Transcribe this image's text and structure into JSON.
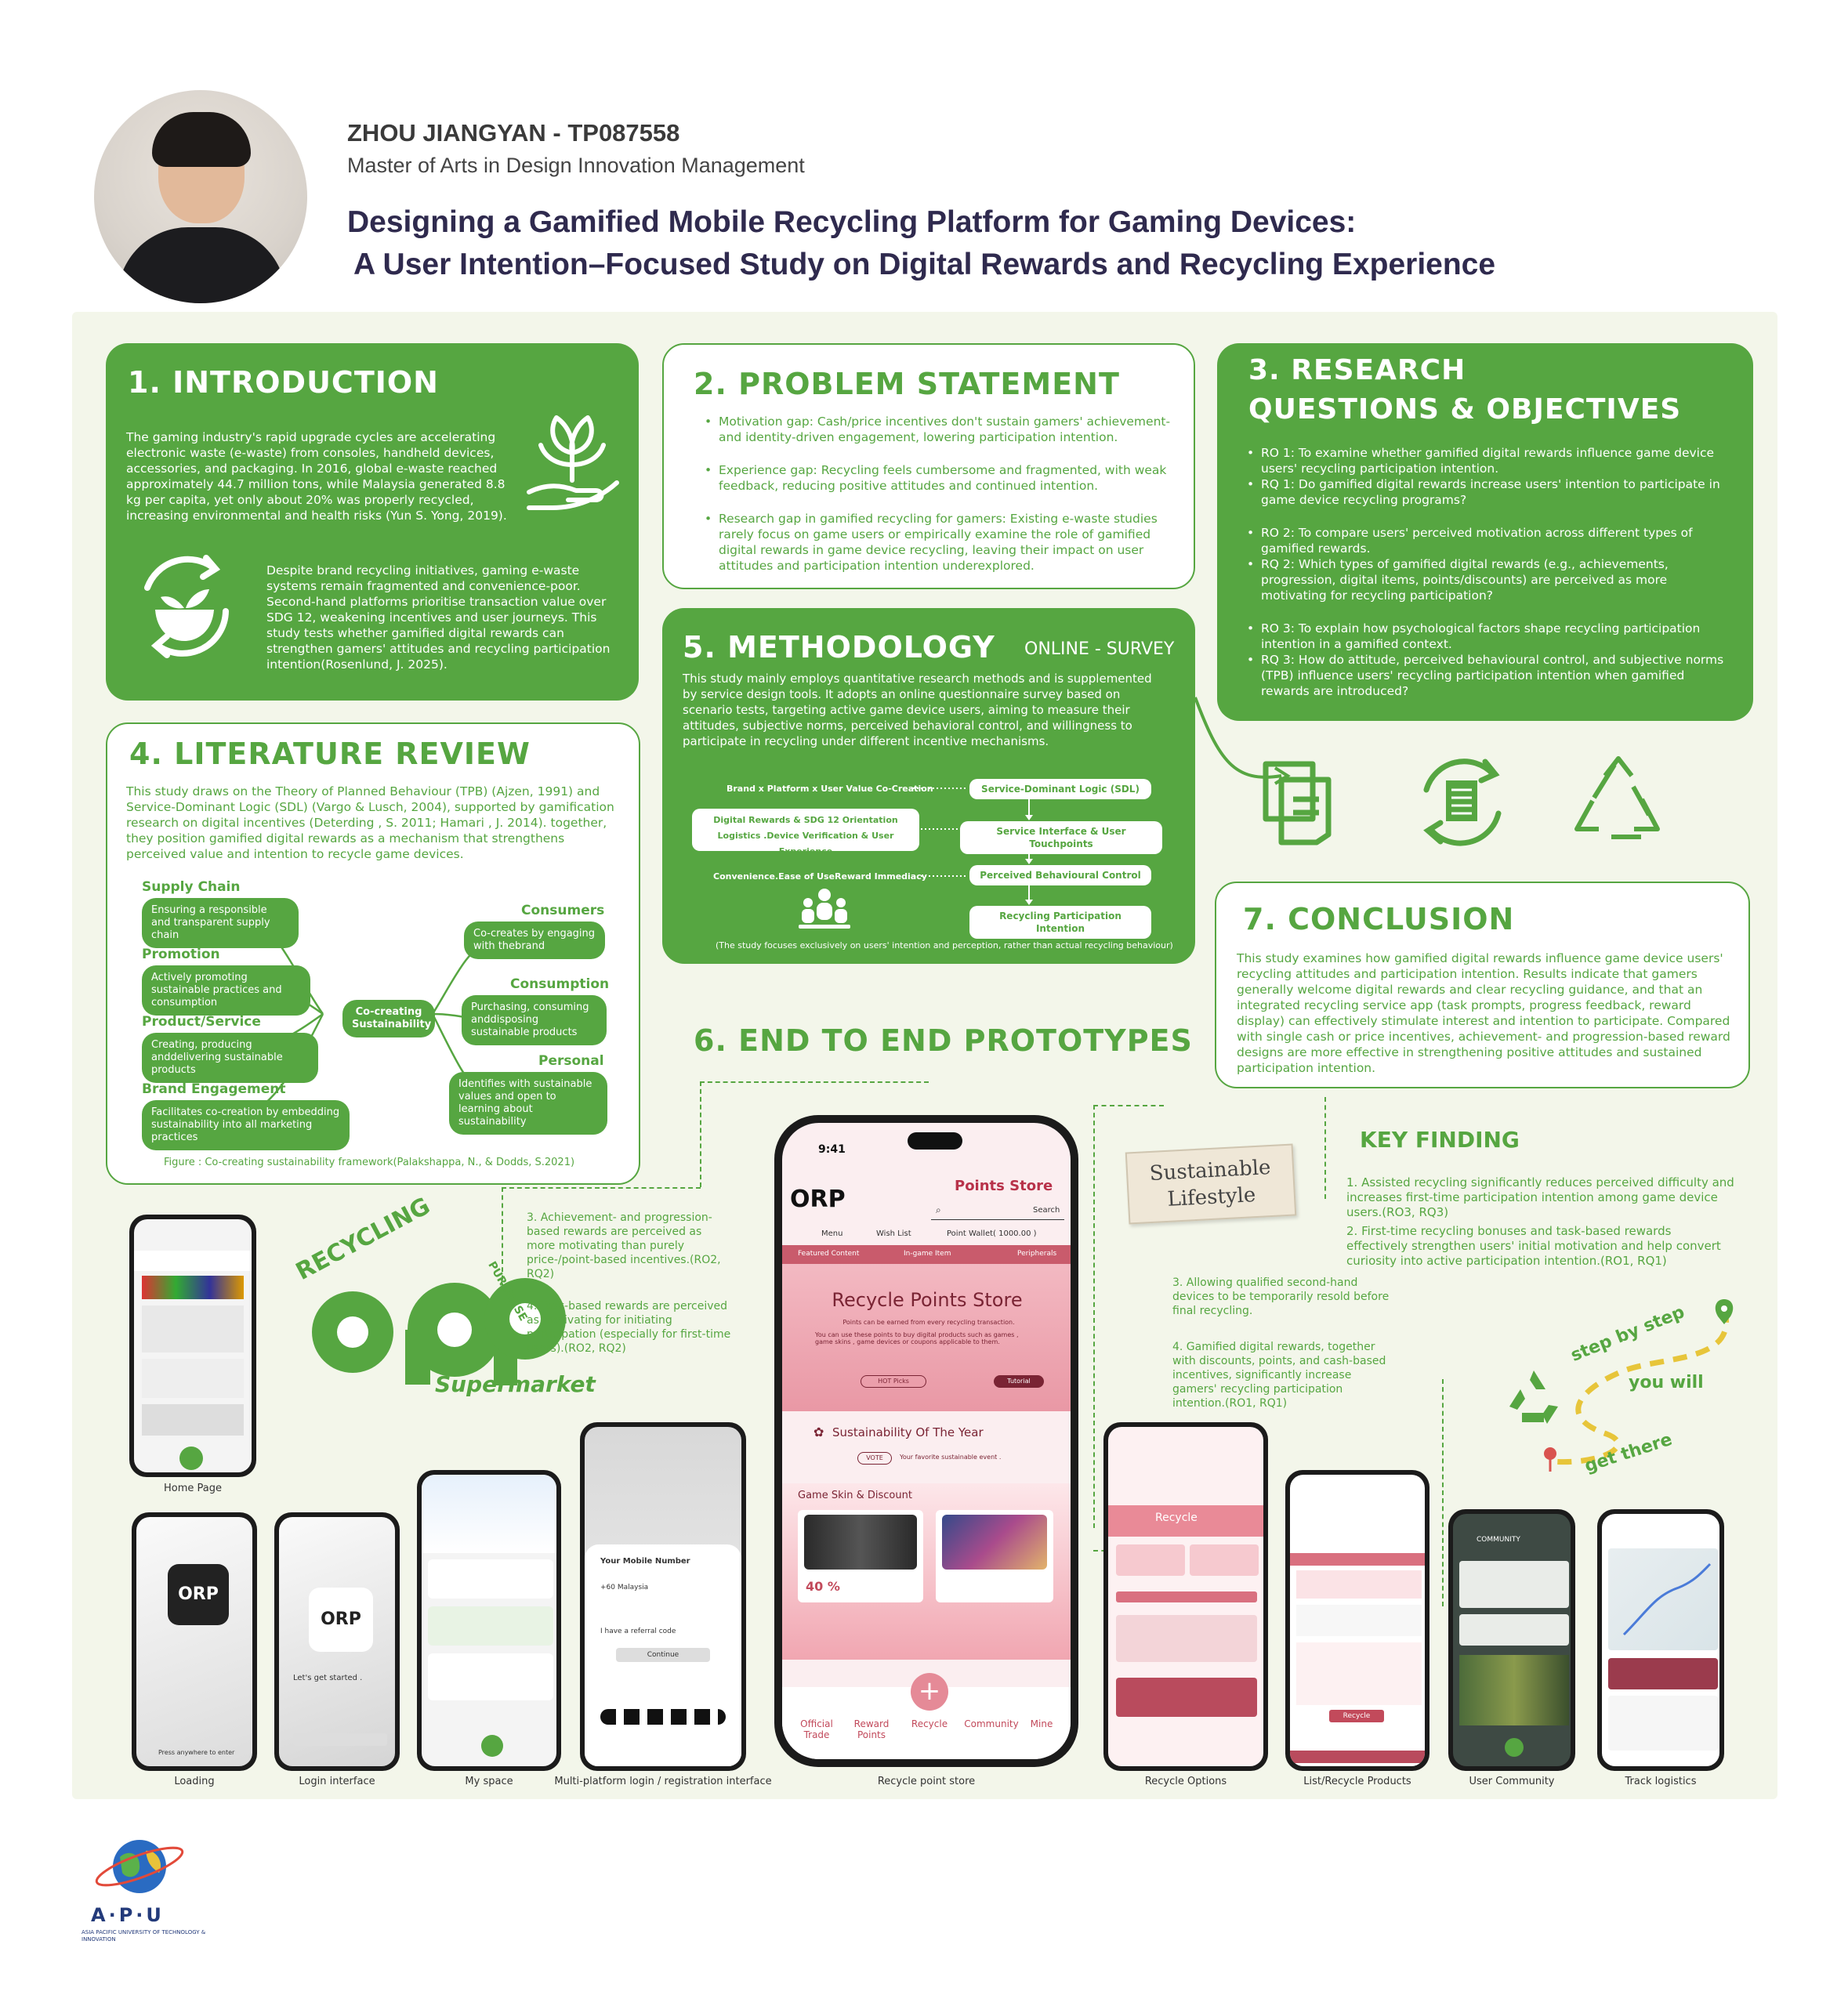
{
  "header": {
    "author": "ZHOU JIANGYAN - TP087558",
    "degree": "Master of Arts in Design Innovation Management",
    "title_line1": "Designing a Gamified Mobile Recycling Platform for Gaming Devices:",
    "title_line2": "A User Intention–Focused Study on Digital Rewards and Recycling Experience"
  },
  "intro": {
    "heading": "1. INTRODUCTION",
    "p1": "The gaming industry's rapid upgrade cycles are accelerating electronic waste (e-waste) from consoles, handheld devices, accessories, and packaging. In 2016, global e-waste reached approximately 44.7 million tons, while Malaysia generated 8.8 kg per capita, yet only about 20% was properly recycled, increasing environmental and health risks (Yun S. Yong, 2019).",
    "p2": "Despite brand recycling initiatives, gaming e-waste systems remain fragmented and convenience-poor. Second-hand platforms prioritise transaction value over SDG 12, weakening incentives and user journeys. This study tests whether gamified digital rewards can strengthen gamers' attitudes and recycling participation intention(Rosenlund, J. 2025)."
  },
  "problem": {
    "heading": "2. PROBLEM STATEMENT",
    "items": [
      "Motivation gap: Cash/price incentives don't sustain gamers' achievement- and identity-driven engagement, lowering participation intention.",
      "Experience gap: Recycling feels cumbersome and fragmented, with weak feedback, reducing positive attitudes and continued intention.",
      "Research gap in gamified recycling for gamers: Existing e-waste studies rarely focus on game users or empirically examine the role of gamified digital rewards in game device recycling, leaving their impact on user attitudes and participation intention underexplored."
    ]
  },
  "research": {
    "heading1": "3. RESEARCH",
    "heading2": "QUESTIONS & OBJECTIVES",
    "groups": [
      [
        "RO 1: To examine whether gamified digital rewards influence game device users' recycling participation intention.",
        "RQ 1: Do gamified digital rewards increase users' intention to participate in game device recycling programs?"
      ],
      [
        "RO 2: To compare users' perceived motivation across different types of gamified rewards.",
        "RQ 2: Which types of gamified digital rewards (e.g., achievements, progression, digital items, points/discounts) are perceived as more motivating for recycling participation?"
      ],
      [
        "RO 3: To explain how psychological factors shape recycling participation intention in a gamified context.",
        "RQ 3: How do attitude, perceived behavioural control, and subjective norms (TPB) influence users' recycling participation intention when gamified rewards are introduced?"
      ]
    ]
  },
  "literature": {
    "heading": "4. LITERATURE REVIEW",
    "text": "This study draws on the Theory of Planned Behaviour (TPB) (Ajzen, 1991) and Service-Dominant Logic (SDL) (Vargo & Lusch, 2004), supported by gamification research on digital incentives (Deterding , S. 2011; Hamari , J. 2014). together, they position gamified digital rewards as a mechanism that strengthens perceived value and intention to recycle game devices.",
    "center": "Co-creating Sustainability",
    "left": [
      {
        "label": "Supply Chain",
        "text": "Ensuring a responsible and transparent supply chain"
      },
      {
        "label": "Promotion",
        "text": "Actively promoting sustainable practices and consumption"
      },
      {
        "label": "Product/Service",
        "text": "Creating, producing anddelivering sustainable products"
      },
      {
        "label": "Brand Engagement",
        "text": "Facilitates co-creation by embedding sustainability into all marketing practices"
      }
    ],
    "right": [
      {
        "label": "Consumers",
        "text": "Co-creates by engaging with thebrand"
      },
      {
        "label": "Consumption",
        "text": "Purchasing, consuming anddisposing sustainable products"
      },
      {
        "label": "Personal",
        "text": "Identifies with sustainable values and open to learning about sustainability"
      }
    ],
    "caption": "Figure : Co-creating sustainability framework(Palakshappa, N., & Dodds, S.2021)"
  },
  "method": {
    "heading": "5. METHODOLOGY",
    "tag": "ONLINE - SURVEY",
    "text": "This study mainly employs quantitative research methods and is supplemented by service design tools. It adopts an online questionnaire survey based on scenario tests, targeting active game device users, aiming to measure their attitudes, subjective norms, perceived behavioral control, and willingness to participate in recycling under different incentive mechanisms.",
    "left_labels": [
      "Brand x Platform x User Value Co-Creation",
      "Digital Rewards & SDG 12 Orientation",
      "Logistics .Device Verification & User Experience",
      "Convenience.Ease of UseReward Immediacy"
    ],
    "right_boxes": [
      "Service-Dominant Logic (SDL)",
      "Service Interface & User Touchpoints",
      "Perceived Behavioural Control",
      "Recycling Participation Intention"
    ],
    "note": "(The study focuses exclusively on users' intention and perception, rather than actual recycling behaviour)"
  },
  "prototypes": {
    "heading": "6. END TO END PROTOTYPES",
    "labels": [
      "Home Page",
      "Loading",
      "Login interface",
      "My space",
      "Multi-platform login / registration interface",
      "Recycle point store",
      "Recycle Options",
      "List/Recycle Products",
      "User Community",
      "Track logistics"
    ],
    "note_left": [
      "3. Achievement- and progression-based rewards are perceived as more motivating than purely price-/point-based incentives.(RO2, RQ2)",
      "4. Task-based rewards are perceived as motivating for initiating participation (especially for first-time users).(RO2, RQ2)"
    ],
    "note_right": [
      "3. Allowing qualified second-hand devices to be temporarily resold before final recycling.",
      "4. Gamified digital rewards, together with discounts, points, and cash-based incentives, significantly increase gamers' recycling participation intention.(RO1, RQ1)"
    ]
  },
  "brand": {
    "word1": "RECYCLING",
    "word2": "PURCHASE",
    "word3": "Supermarket",
    "orp": "ORP"
  },
  "conclusion": {
    "heading": "7. CONCLUSION",
    "text": "This study examines how gamified digital rewards influence game device users' recycling attitudes and participation intention. Results indicate that gamers generally welcome digital rewards and clear recycling guidance, and that an integrated recycling service app (task prompts, progress feedback, reward display) can effectively stimulate interest and intention to participate. Compared with single cash or price incentives, achievement- and progression-based reward designs are more effective in strengthening positive attitudes and sustained participation intention."
  },
  "key": {
    "heading": "KEY FINDING",
    "items": [
      "1. Assisted recycling significantly reduces perceived difficulty and increases first-time participation intention among game device users.(RO3, RQ3)",
      "2. First-time recycling bonuses and task-based rewards effectively strengthen users' initial motivation and help convert curiosity into active participation intention.(RO1, RQ1)"
    ],
    "sticker": "Sustainable Lifestyle",
    "path1": "step by step",
    "path2": "you will",
    "path3": "get there"
  },
  "app": {
    "time": "9:41",
    "store": "Points Store",
    "search": "Search",
    "menu": "Menu",
    "wish": "Wish List",
    "wallet": "Point Wallet( 1000.00 )",
    "tabs": [
      "Featured Content",
      "In-game Item",
      "Peripherals"
    ],
    "hero": "Recycle Points Store",
    "hero_sub": "Points can be earned from every recycling transaction.",
    "hero_sub2": "You can use these points to buy digital products such as games , game skins , game devices or coupons applicable to them.",
    "hot": "HOT Picks",
    "tutorial": "Tutorial",
    "soty": "Sustainability Of The Year",
    "vote": "VOTE",
    "vote_text": "Your favorite sustainable event .",
    "skin": "Game Skin & Discount",
    "off": "40 %",
    "nav": [
      "Official Trade",
      "Reward Points",
      "Recycle",
      "Community",
      "Mine"
    ],
    "login1": "Let's get started .",
    "country": "+60 Malaysia",
    "continue": "Continue",
    "mobile": "Your Mobile Number",
    "referral": "I have a referral code",
    "press": "Press anywhere to enter",
    "recycle": "Recycle",
    "community": "COMMUNITY"
  },
  "footer": {
    "logo": "A·P·U",
    "sub": "ASIA PACIFIC UNIVERSITY OF TECHNOLOGY & INNOVATION"
  },
  "colors": {
    "green": "#56a641",
    "pink": "#e08a96",
    "navy": "#2f2a4e"
  }
}
